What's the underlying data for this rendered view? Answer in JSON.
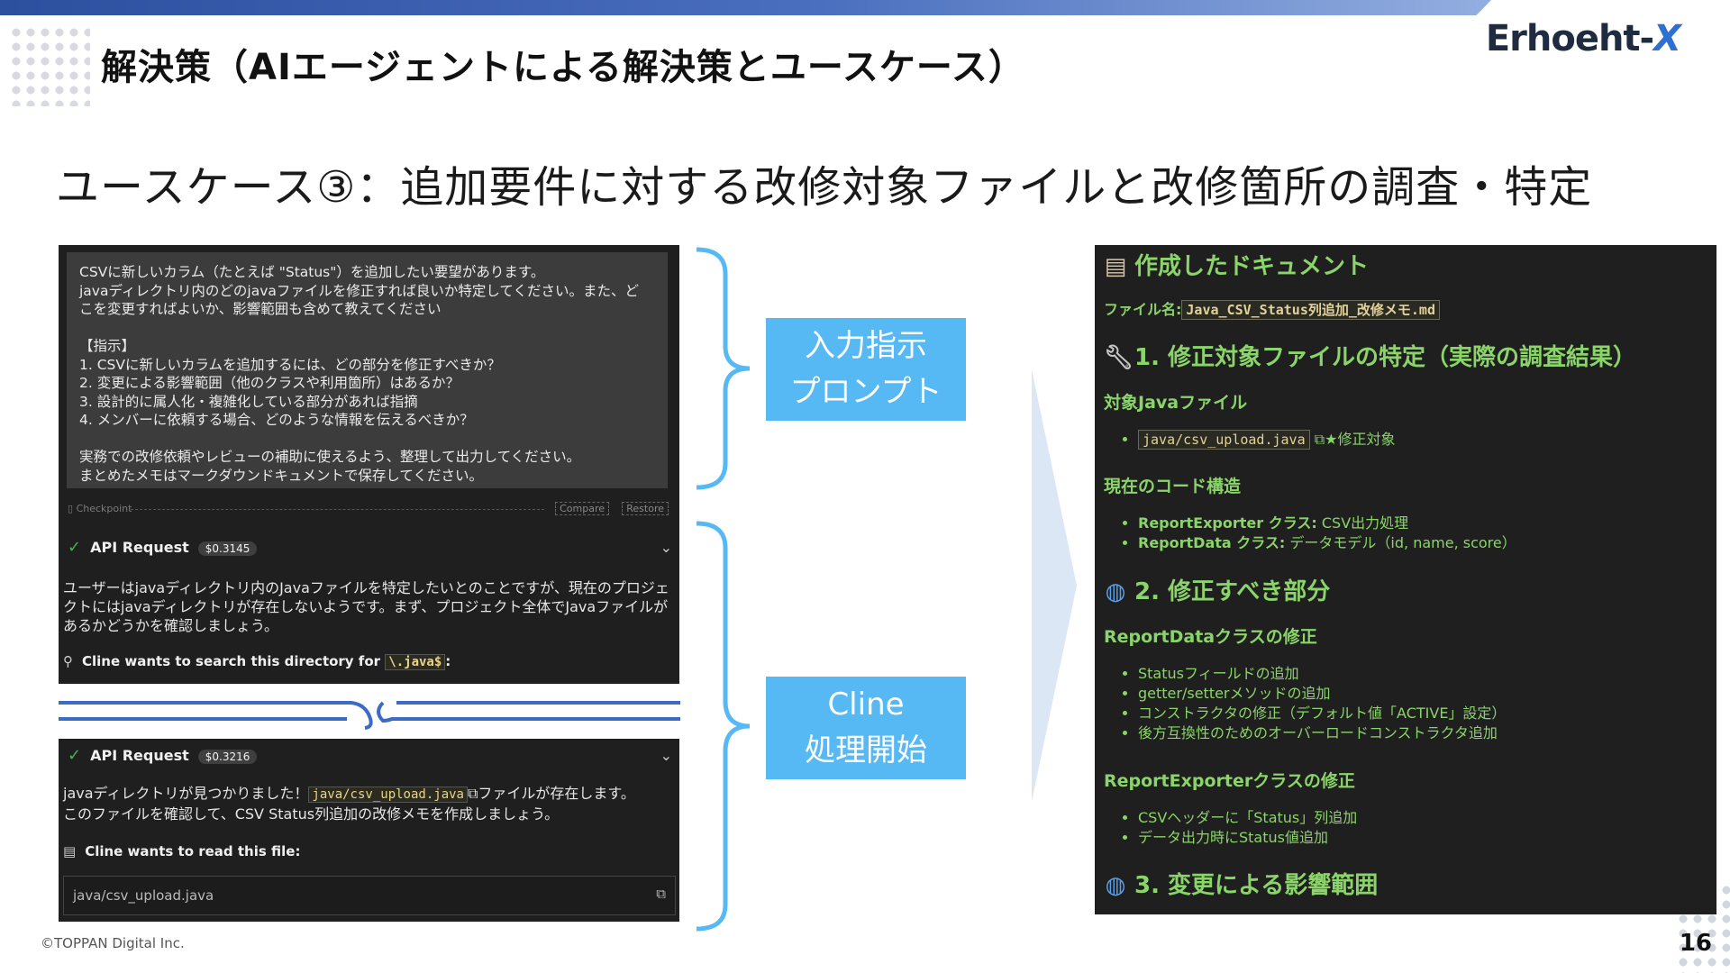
{
  "header": {
    "title": "解決策（AIエージェントによる解決策とユースケース）",
    "logo_text": "Erhoeht-",
    "logo_x": "X"
  },
  "subtitle": "ユースケース③：追加要件に対する改修対象ファイルと改修箇所の調査・特定",
  "chat": {
    "prompt": "CSVに新しいカラム（たとえば \"Status\"）を追加したい要望があります。\njavaディレクトリ内のどのjavaファイルを修正すれば良いか特定してください。また、ど\nこを変更すればよいか、影響範囲も含めて教えてください\n\n【指示】\n1. CSVに新しいカラムを追加するには、どの部分を修正すべきか？\n2. 変更による影響範囲（他のクラスや利用箇所）はあるか？\n3. 設計的に属人化・複雑化している部分があれば指摘\n4. メンバーに依頼する場合、どのような情報を伝えるべきか？\n\n実務での改修依頼やレビューの補助に使えるよう、整理して出力してください。\nまとめたメモはマークダウンドキュメントで保存してください。",
    "checkpoint_label": "Checkpoint",
    "compare_label": "Compare",
    "restore_label": "Restore",
    "api1": {
      "label": "API Request",
      "cost": "$0.3145"
    },
    "msg1_line1": "ユーザーはjavaディレクトリ内のJavaファイルを特定したいとのことですが、現在のプロジェ",
    "msg1_line2": "クトにはjavaディレクトリが存在しないようです。まず、プロジェクト全体でJavaファイルが",
    "msg1_line3": "あるかどうかを確認しましょう。",
    "search_text": "Cline wants to search this directory for",
    "search_pattern": "\\.java$",
    "search_colon": ":",
    "api2": {
      "label": "API Request",
      "cost": "$0.3216"
    },
    "msg2_pre": "javaディレクトリが見つかりました！",
    "msg2_file": "java/csv_upload.java",
    "msg2_post": "ファイルが存在します。",
    "msg2_line2": "このファイルを確認して、CSV Status列追加の改修メモを作成しましょう。",
    "read_text": "Cline wants to read this file:",
    "read_file": "java/csv_upload.java"
  },
  "labels": {
    "input_line1": "入力指示",
    "input_line2": "プロンプト",
    "cline_line1": "Cline",
    "cline_line2": "処理開始"
  },
  "doc": {
    "title": "作成したドキュメント",
    "filename_label": "ファイル名:",
    "filename": "Java_CSV_Status列追加_改修メモ.md",
    "h1_1": "1. 修正対象ファイルの特定（実際の調査結果）",
    "target_heading": "対象Javaファイル",
    "target_file": "java/csv_upload.java",
    "target_note": "★修正対象",
    "current_heading": "現在のコード構造",
    "current_items": [
      {
        "bold": "ReportExporter クラス:",
        "text": " CSV出力処理"
      },
      {
        "bold": "ReportData クラス:",
        "text": " データモデル（id, name, score）"
      }
    ],
    "h1_2": "2. 修正すべき部分",
    "rd_heading": "ReportDataクラスの修正",
    "rd_items": [
      "Statusフィールドの追加",
      "getter/setterメソッドの追加",
      "コンストラクタの修正（デフォルト値「ACTIVE」設定）",
      "後方互換性のためのオーバーロードコンストラクタ追加"
    ],
    "re_heading": "ReportExporterクラスの修正",
    "re_items": [
      "CSVヘッダーに「Status」列追加",
      "データ出力時にStatus値追加"
    ],
    "h1_3": "3. 変更による影響範囲"
  },
  "footer": {
    "copyright": "©TOPPAN Digital Inc.",
    "page": "16"
  }
}
